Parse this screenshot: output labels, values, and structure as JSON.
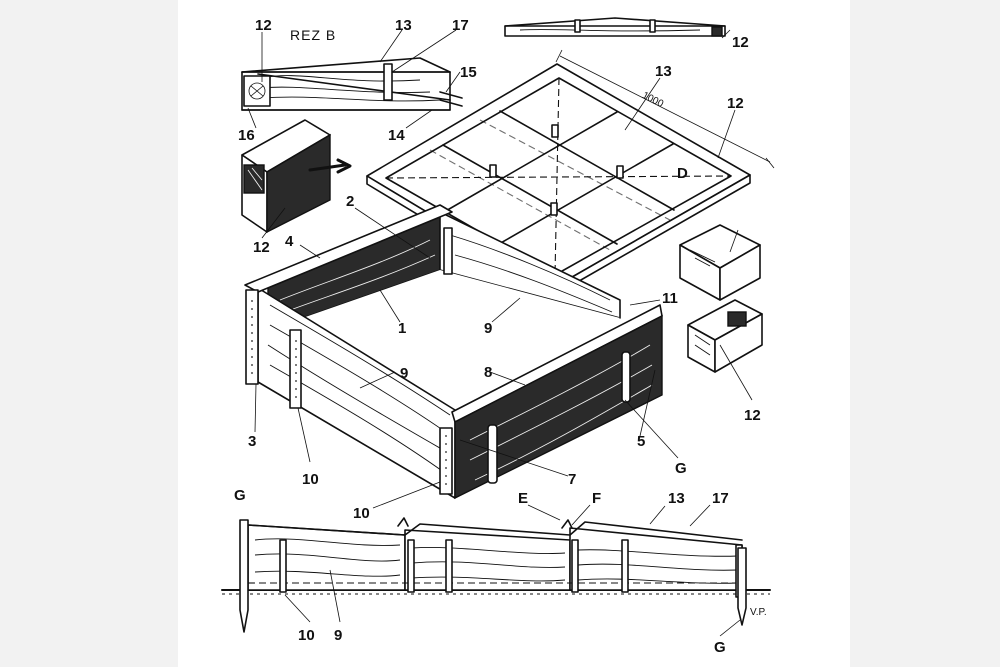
{
  "section_title": "REZ B",
  "dimension": "1000",
  "ground_mark": "V.P.",
  "labels": {
    "n1": "1",
    "n2": "2",
    "n3": "3",
    "n4": "4",
    "n5": "5",
    "n7": "7",
    "n8": "8",
    "n9a": "9",
    "n9b": "9",
    "n9c": "9",
    "n10a": "10",
    "n10b": "10",
    "n10c": "10",
    "n11": "11",
    "n12a": "12",
    "n12b": "12",
    "n12c": "12",
    "n12d": "12",
    "n12e": "12",
    "n13a": "13",
    "n13b": "13",
    "n13c": "13",
    "n14": "14",
    "n15": "15",
    "n16": "16",
    "n17a": "17",
    "n17b": "17",
    "D": "D",
    "E": "E",
    "F": "F",
    "Ga": "G",
    "Gb": "G",
    "Gc": "G"
  }
}
